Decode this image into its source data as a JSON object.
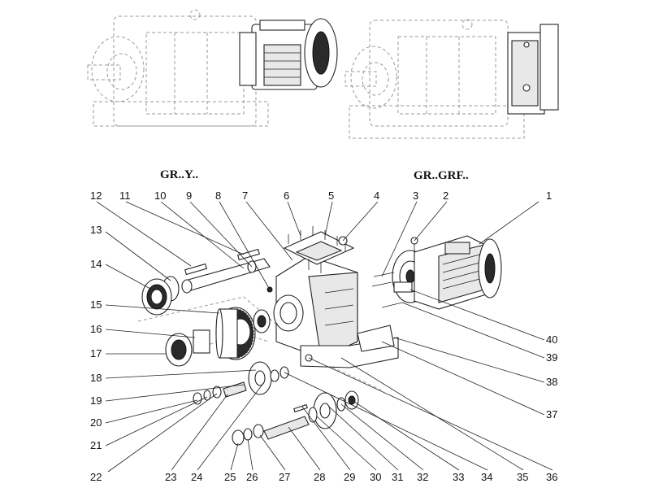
{
  "titles": {
    "left": "GR..Y..",
    "right": "GR..GRF.."
  },
  "callouts": [
    {
      "num": "1"
    },
    {
      "num": "2"
    },
    {
      "num": "3"
    },
    {
      "num": "4"
    },
    {
      "num": "5"
    },
    {
      "num": "6"
    },
    {
      "num": "7"
    },
    {
      "num": "8"
    },
    {
      "num": "9"
    },
    {
      "num": "10"
    },
    {
      "num": "11"
    },
    {
      "num": "12"
    },
    {
      "num": "13"
    },
    {
      "num": "14"
    },
    {
      "num": "15"
    },
    {
      "num": "16"
    },
    {
      "num": "17"
    },
    {
      "num": "18"
    },
    {
      "num": "19"
    },
    {
      "num": "20"
    },
    {
      "num": "21"
    },
    {
      "num": "22"
    },
    {
      "num": "23"
    },
    {
      "num": "24"
    },
    {
      "num": "25"
    },
    {
      "num": "26"
    },
    {
      "num": "27"
    },
    {
      "num": "28"
    },
    {
      "num": "29"
    },
    {
      "num": "30"
    },
    {
      "num": "31"
    },
    {
      "num": "32"
    },
    {
      "num": "33"
    },
    {
      "num": "34"
    },
    {
      "num": "35"
    },
    {
      "num": "36"
    },
    {
      "num": "37"
    },
    {
      "num": "38"
    },
    {
      "num": "39"
    },
    {
      "num": "40"
    }
  ]
}
